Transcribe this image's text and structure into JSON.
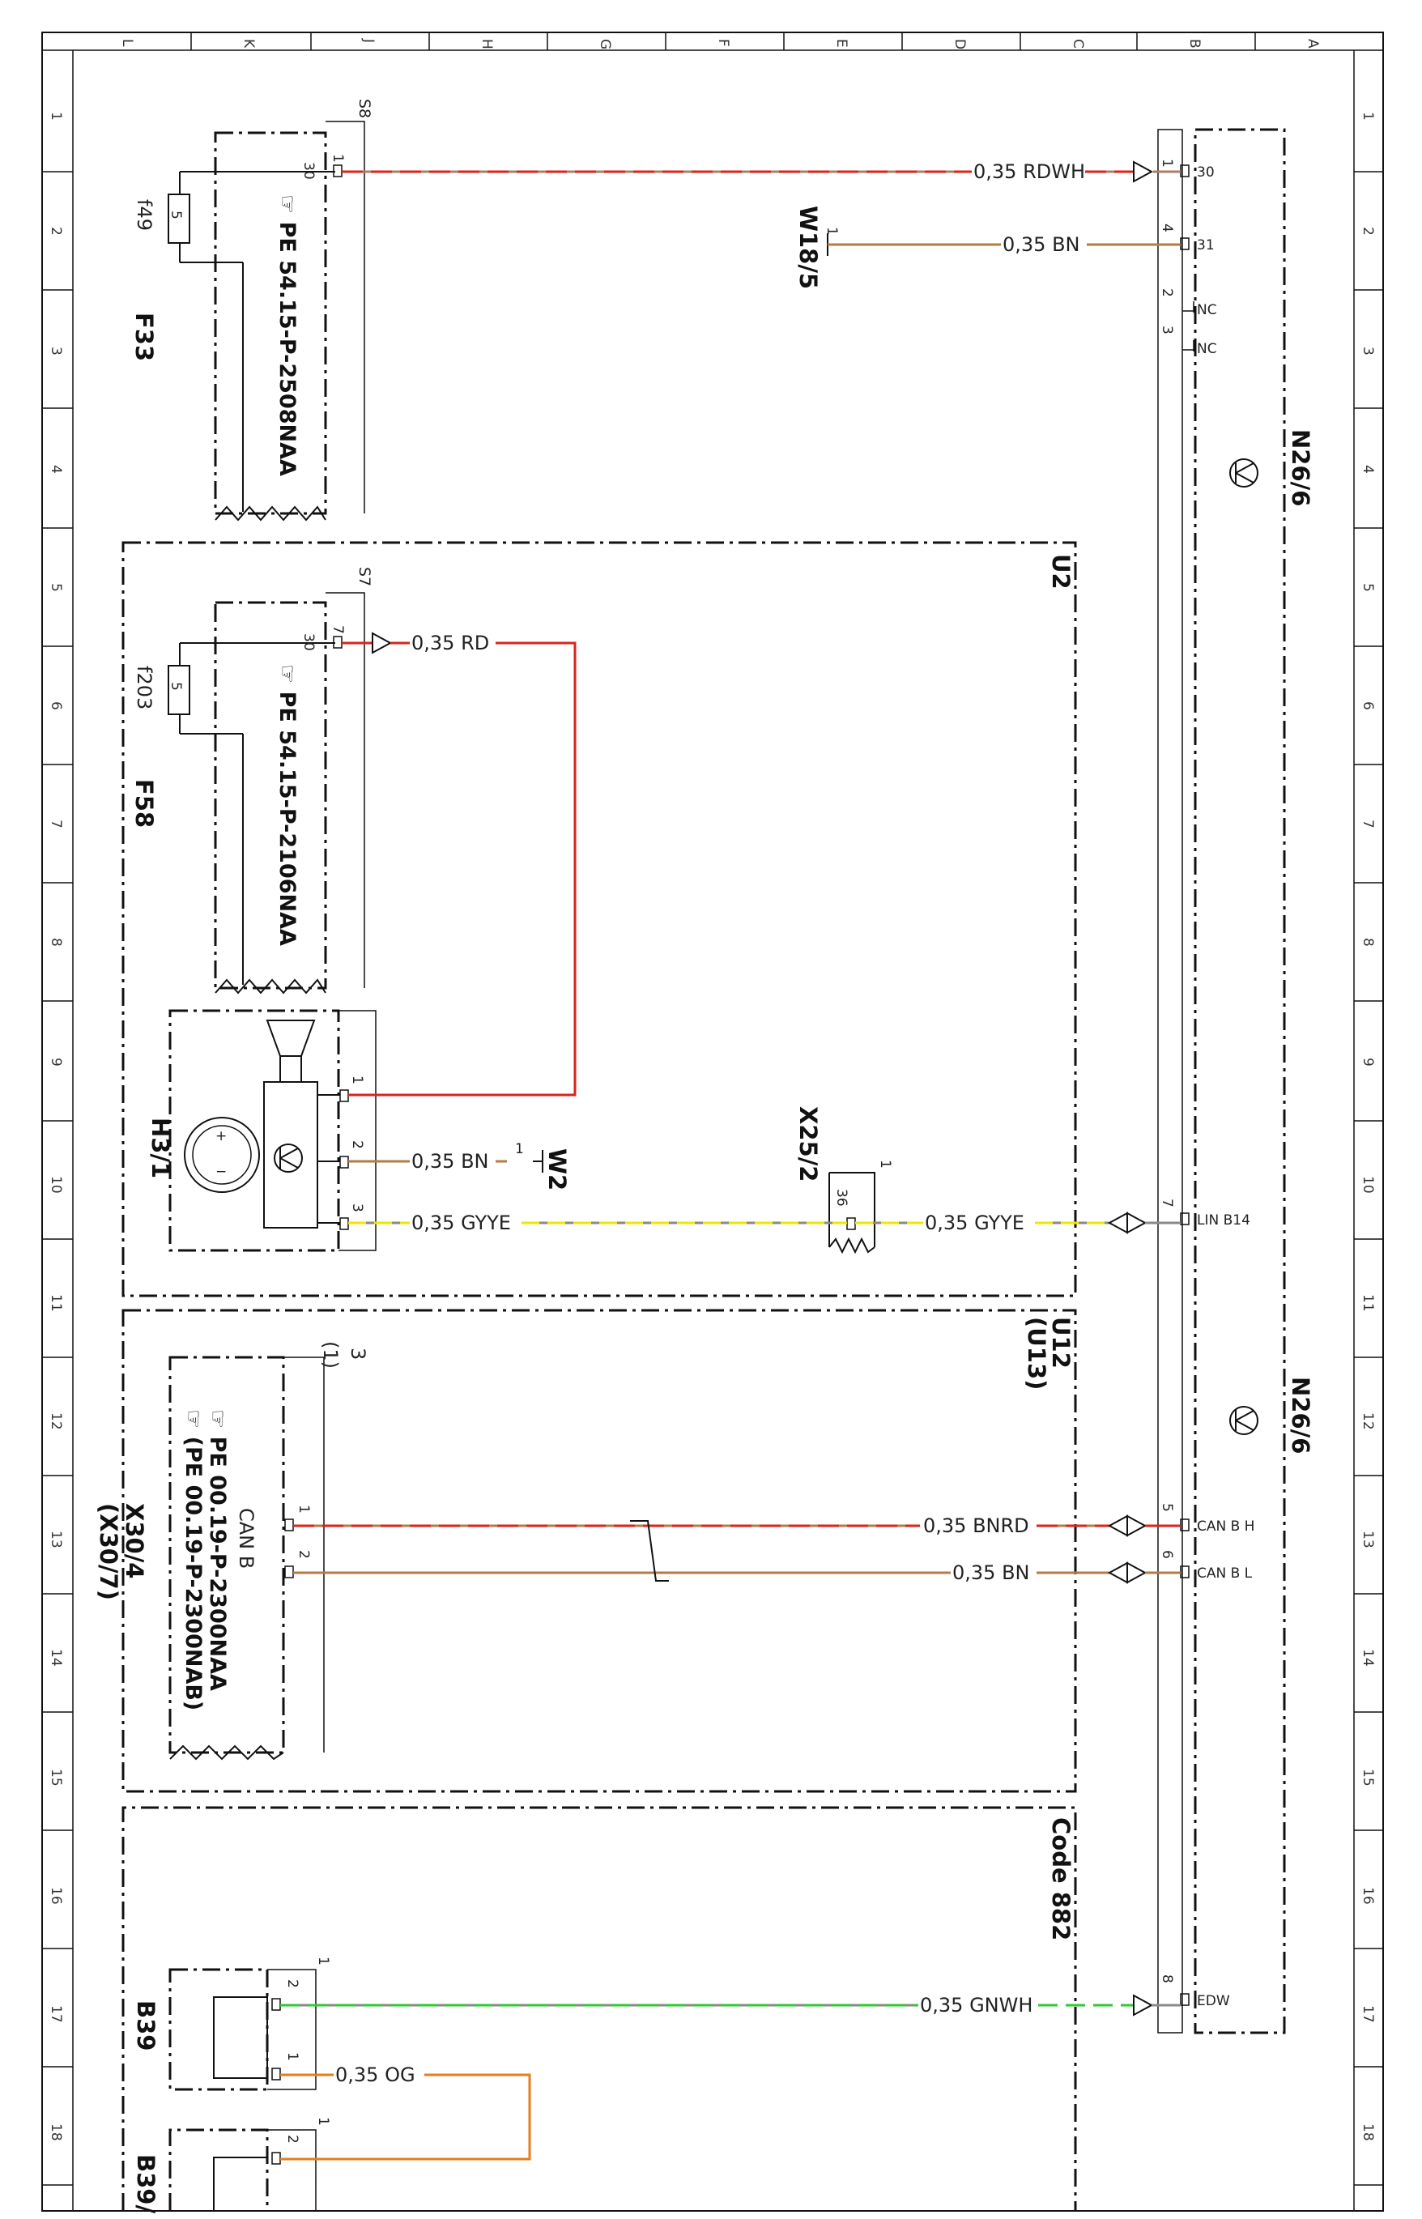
{
  "grid": {
    "cols": [
      "L",
      "K",
      "J",
      "H",
      "G",
      "F",
      "E",
      "D",
      "C",
      "B",
      "A"
    ],
    "rows": [
      "1",
      "2",
      "3",
      "4",
      "5",
      "6",
      "7",
      "8",
      "9",
      "10",
      "11",
      "12",
      "13",
      "14",
      "15",
      "16",
      "17",
      "18"
    ]
  },
  "colors": {
    "RD": "#d9241c",
    "BN": "#b27c45",
    "GY": "#8a8a8a",
    "YE": "#f2e600",
    "GN": "#2ec92e",
    "WH": "#ffffff",
    "OG": "#e67d1f"
  },
  "modules": {
    "n26_top": "N26/6",
    "n26_bottom": "N26/6",
    "u2": "U2",
    "u12": "U12",
    "u13": "(U13)",
    "code": "Code 882"
  },
  "components": {
    "f33": {
      "name": "F33",
      "fuse": "f49",
      "rating": "5",
      "socket": "S8",
      "pin_in": "30",
      "pin_out": "1",
      "ref": "PE 54.15-P-2508NAA"
    },
    "f58": {
      "name": "F58",
      "fuse": "f203",
      "rating": "5",
      "socket": "S7",
      "pin_in": "30",
      "pin_out": "7",
      "ref": "PE 54.15-P-2106NAA"
    },
    "h3_1": {
      "name": "H3/1",
      "pins": [
        "1",
        "2",
        "3"
      ]
    },
    "w18_5": {
      "name": "W18/5",
      "pin": "1"
    },
    "w2": {
      "name": "W2",
      "pin": "1"
    },
    "x25_2": {
      "name": "X25/2",
      "pin": "1",
      "sub": "36"
    },
    "x30_4": {
      "name": "X30/4",
      "alt": "(X30/7)",
      "connector": "3",
      "alt_connector": "(1)",
      "bus": "CAN B",
      "pins": [
        "1",
        "2"
      ],
      "ref1": "PE 00.19-P-2300NAA",
      "ref2": "(PE 00.19-P-2300NAB)"
    },
    "b39": {
      "name": "B39",
      "pins": [
        "2",
        "1"
      ],
      "marker": "1"
    },
    "b39b": {
      "name": "B39/",
      "pin": "2",
      "marker": "1"
    }
  },
  "n26_pins": [
    {
      "num": "1",
      "label": "30"
    },
    {
      "num": "4",
      "label": "31"
    },
    {
      "num": "2",
      "label": "NC"
    },
    {
      "num": "3",
      "label": "NC"
    },
    {
      "num": "7",
      "label": "LIN B14"
    },
    {
      "num": "5",
      "label": "CAN B H"
    },
    {
      "num": "6",
      "label": "CAN B L"
    },
    {
      "num": "8",
      "label": "EDW"
    }
  ],
  "wires": {
    "rdwh": "0,35 RDWH",
    "bn_w18": "0,35 BN",
    "rd": "0,35 RD",
    "bn_w2": "0,35 BN",
    "gyye_left": "0,35 GYYE",
    "gyye_right": "0,35 GYYE",
    "bnrd": "0,35 BNRD",
    "bn_can": "0,35 BN",
    "gnwh": "0,35 GNWH",
    "og": "0,35 OG"
  }
}
